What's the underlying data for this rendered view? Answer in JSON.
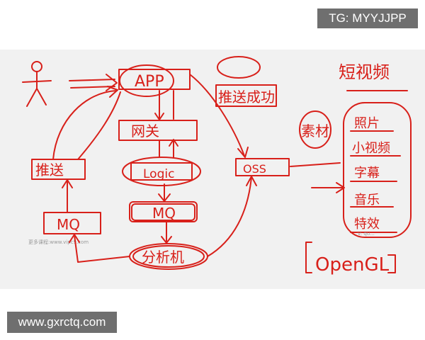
{
  "watermarks": {
    "top_right": "TG: MYYJJPP",
    "bottom_left": "www.gxrctq.com",
    "inline": "更多课程:www.vipc9.com",
    "inline2": "v: qu..."
  },
  "diagram": {
    "nodes": {
      "user": "user",
      "app": "APP",
      "gateway": "网关",
      "logic": "Logic",
      "mq_main": "MQ",
      "analyzer": "分析机",
      "push": "推送",
      "mq_push": "MQ",
      "oss": "OSS",
      "push_success": "推送成功",
      "short_video": "短视频",
      "material": "素材",
      "opengl": "OpenGL"
    },
    "material_items": [
      "照片",
      "小视频",
      "字幕",
      "音乐",
      "特效"
    ]
  },
  "colors": {
    "ink": "#d8201a",
    "board": "#f1f1f1",
    "tag_bg": "#6f6f6f"
  }
}
